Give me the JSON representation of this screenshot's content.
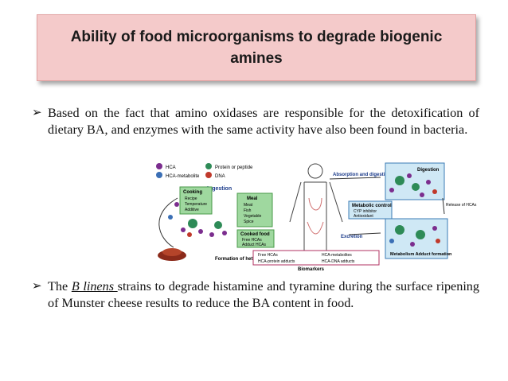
{
  "title": "Ability of food microorganisms to degrade biogenic amines",
  "bullets": [
    {
      "text": "Based on the fact that amino oxidases are responsible for the detoxification of dietary BA, and enzymes with the same activity have also been found in bacteria."
    },
    {
      "italic": "B linens ",
      "text": "strains to degrade histamine and tyramine during the surface ripening of Munster cheese results to reduce the BA content in food.",
      "prefix": "The "
    }
  ],
  "diagram": {
    "legend": {
      "hca": "HCA",
      "hca_metabolite": "HCA-metabolite",
      "protein": "Protein or peptide",
      "dna": "DNA"
    },
    "ingestion": "Ingestion",
    "cooking_title": "Cooking",
    "cooking_items": [
      "Recipe",
      "Temperature",
      "Additive"
    ],
    "meal_title": "Meal",
    "meal_items": [
      "Meat",
      "Fish",
      "Vegetable",
      "Spice"
    ],
    "cooked_title": "Cooked food",
    "cooked_items": [
      "Free HCAs",
      "Adduct HCAs"
    ],
    "formation": "Formation of heterocyclic amines",
    "absorption": "Absorption and digestion",
    "digestion": "Digestion",
    "metabolic_title": "Metabolic control",
    "metabolic_items": [
      "CYP inhibitor",
      "Antioxidant"
    ],
    "release": "Release of HCAs",
    "excretion": "Excretion",
    "metabolism": "Metabolism Adduct formation",
    "biomarkers_items": [
      "Free HCAs",
      "HCA-protein adducts",
      "HCA-metabolites",
      "HCA-DNA adducts"
    ],
    "biomarkers": "Biomarkers"
  },
  "colors": {
    "title_bg": "#f4caca",
    "hca": "#7b2d8e",
    "dna": "#2e8b57",
    "protein": "#c0392b"
  }
}
